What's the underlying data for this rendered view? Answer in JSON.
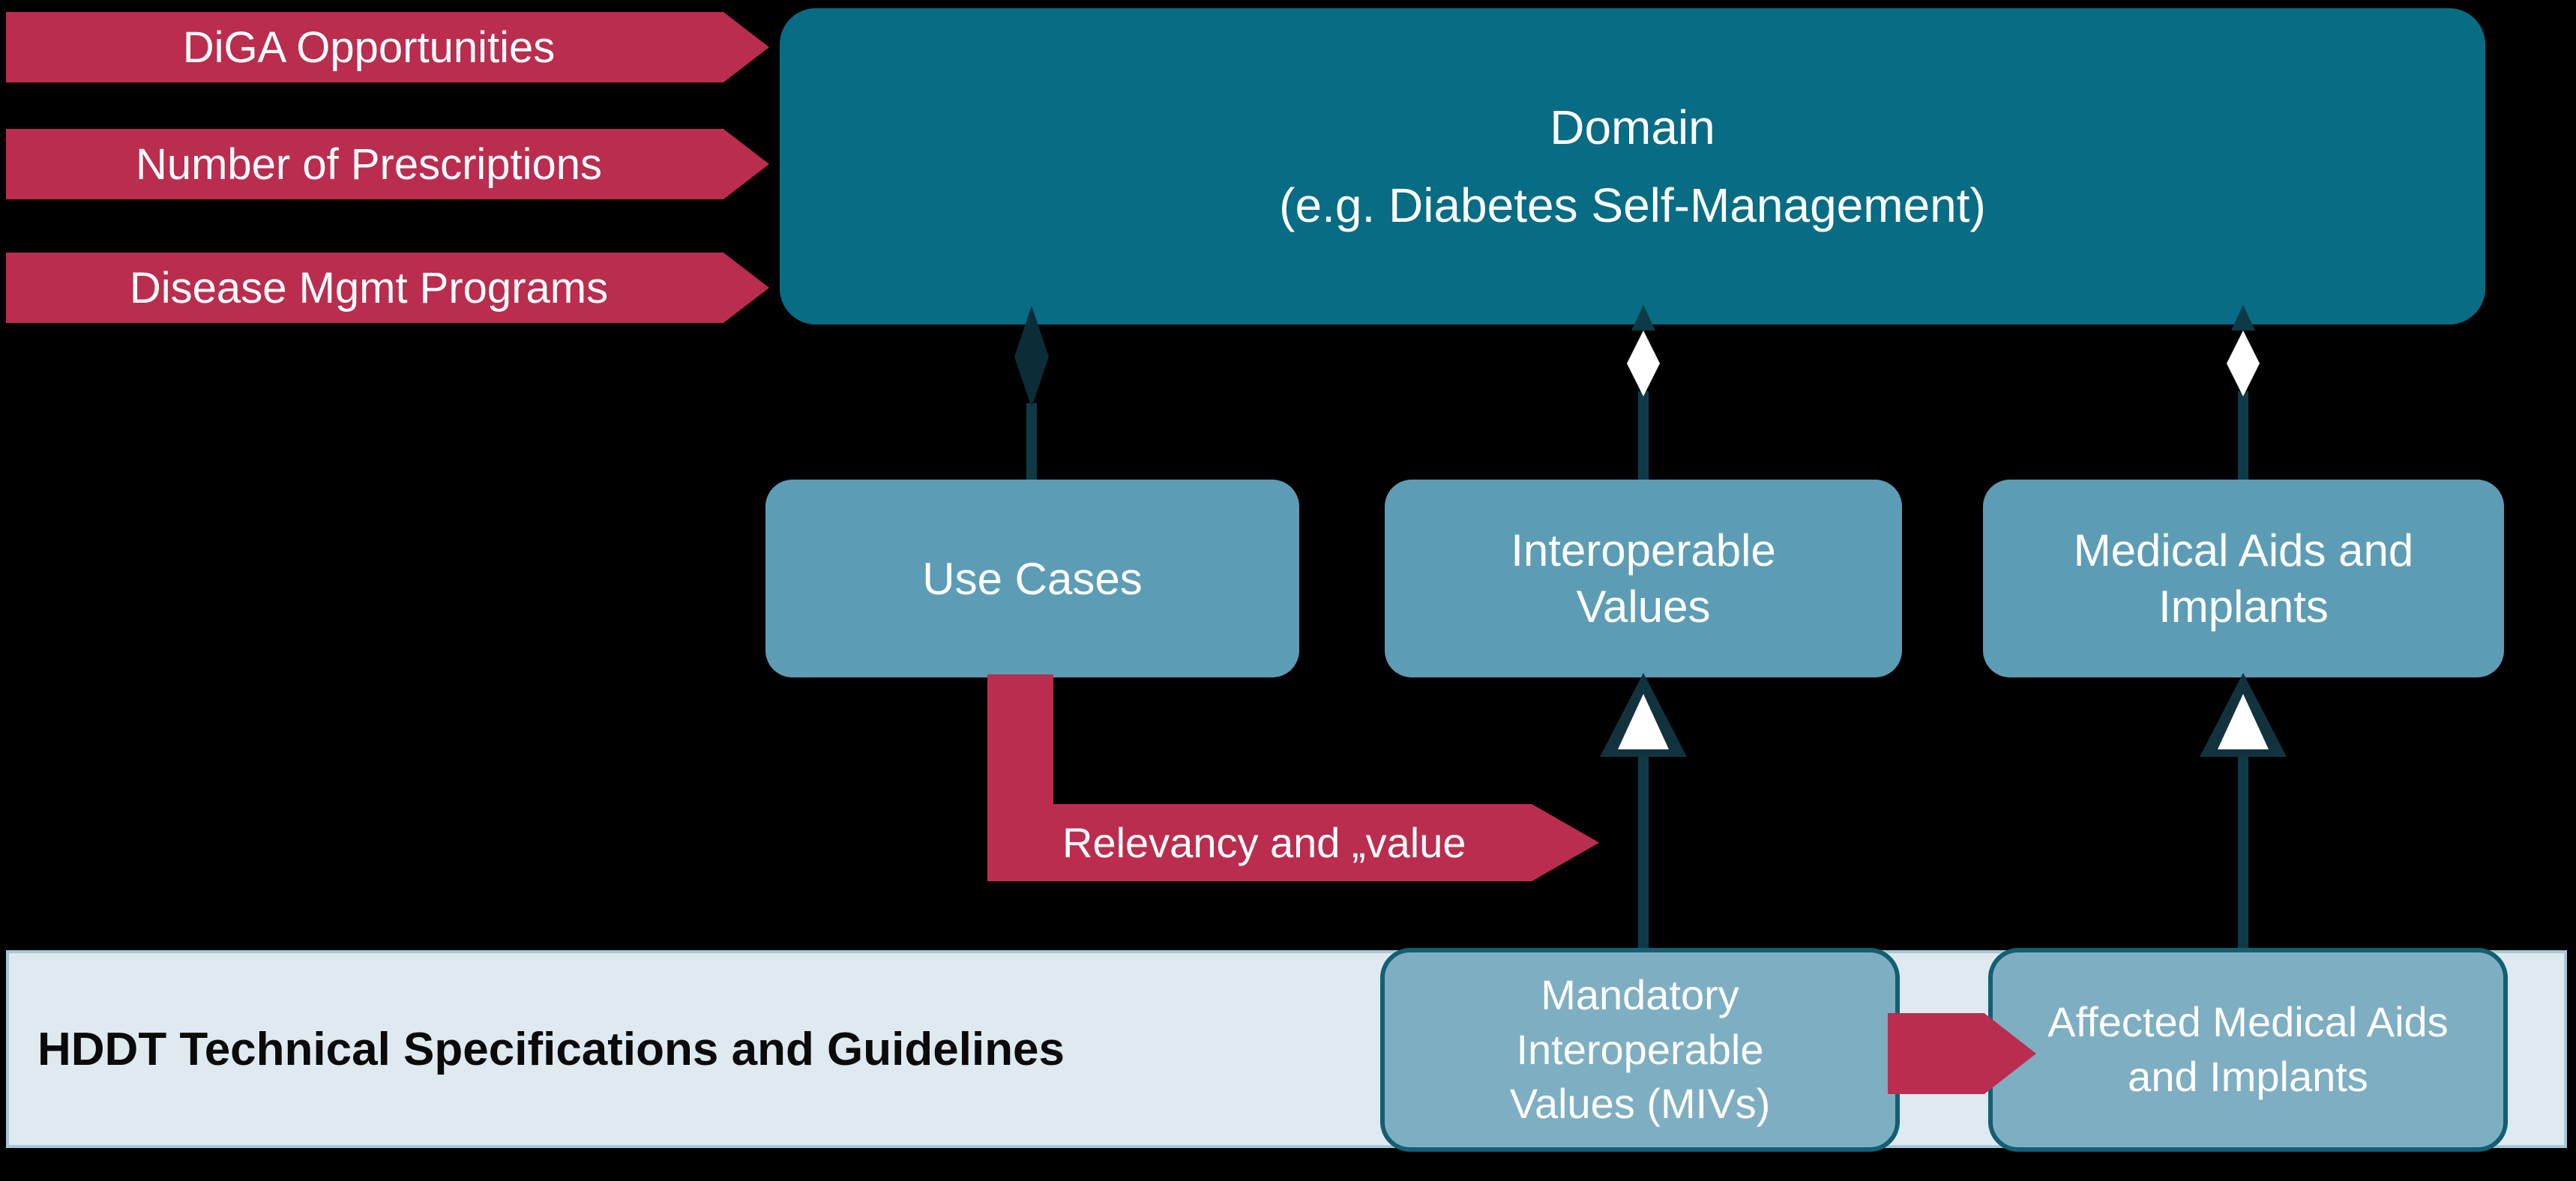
{
  "colors": {
    "background": "#000000",
    "accent_red": "#ba2d4f",
    "domain_teal": "#076c84",
    "middle_box_blue": "#5c9db5",
    "bottom_box_blue": "#7eaec2",
    "bottom_box_border": "#135e72",
    "band_fill": "#dee9f0",
    "band_border": "#a9c7d5",
    "connector_dark": "#0e3a47",
    "text_light": "#ffffff",
    "text_dark": "#0a0a0a"
  },
  "input_banners": [
    {
      "label": "DiGA Opportunities"
    },
    {
      "label": "Number of Prescriptions"
    },
    {
      "label": "Disease Mgmt Programs"
    }
  ],
  "domain_box": {
    "title": "Domain",
    "subtitle": "(e.g. Diabetes Self-Management)"
  },
  "middle_boxes": [
    {
      "label": "Use Cases"
    },
    {
      "label": "Interoperable Values"
    },
    {
      "label": "Medical Aids and Implants"
    }
  ],
  "relevancy_arrow": {
    "label": "Relevancy and „value"
  },
  "foundation_band": {
    "title": "HDDT Technical Specifications and Guidelines"
  },
  "foundation_boxes": [
    {
      "label": "Mandatory Interoperable Values (MIVs)"
    },
    {
      "label": "Affected Medical Aids and Implants"
    }
  ]
}
